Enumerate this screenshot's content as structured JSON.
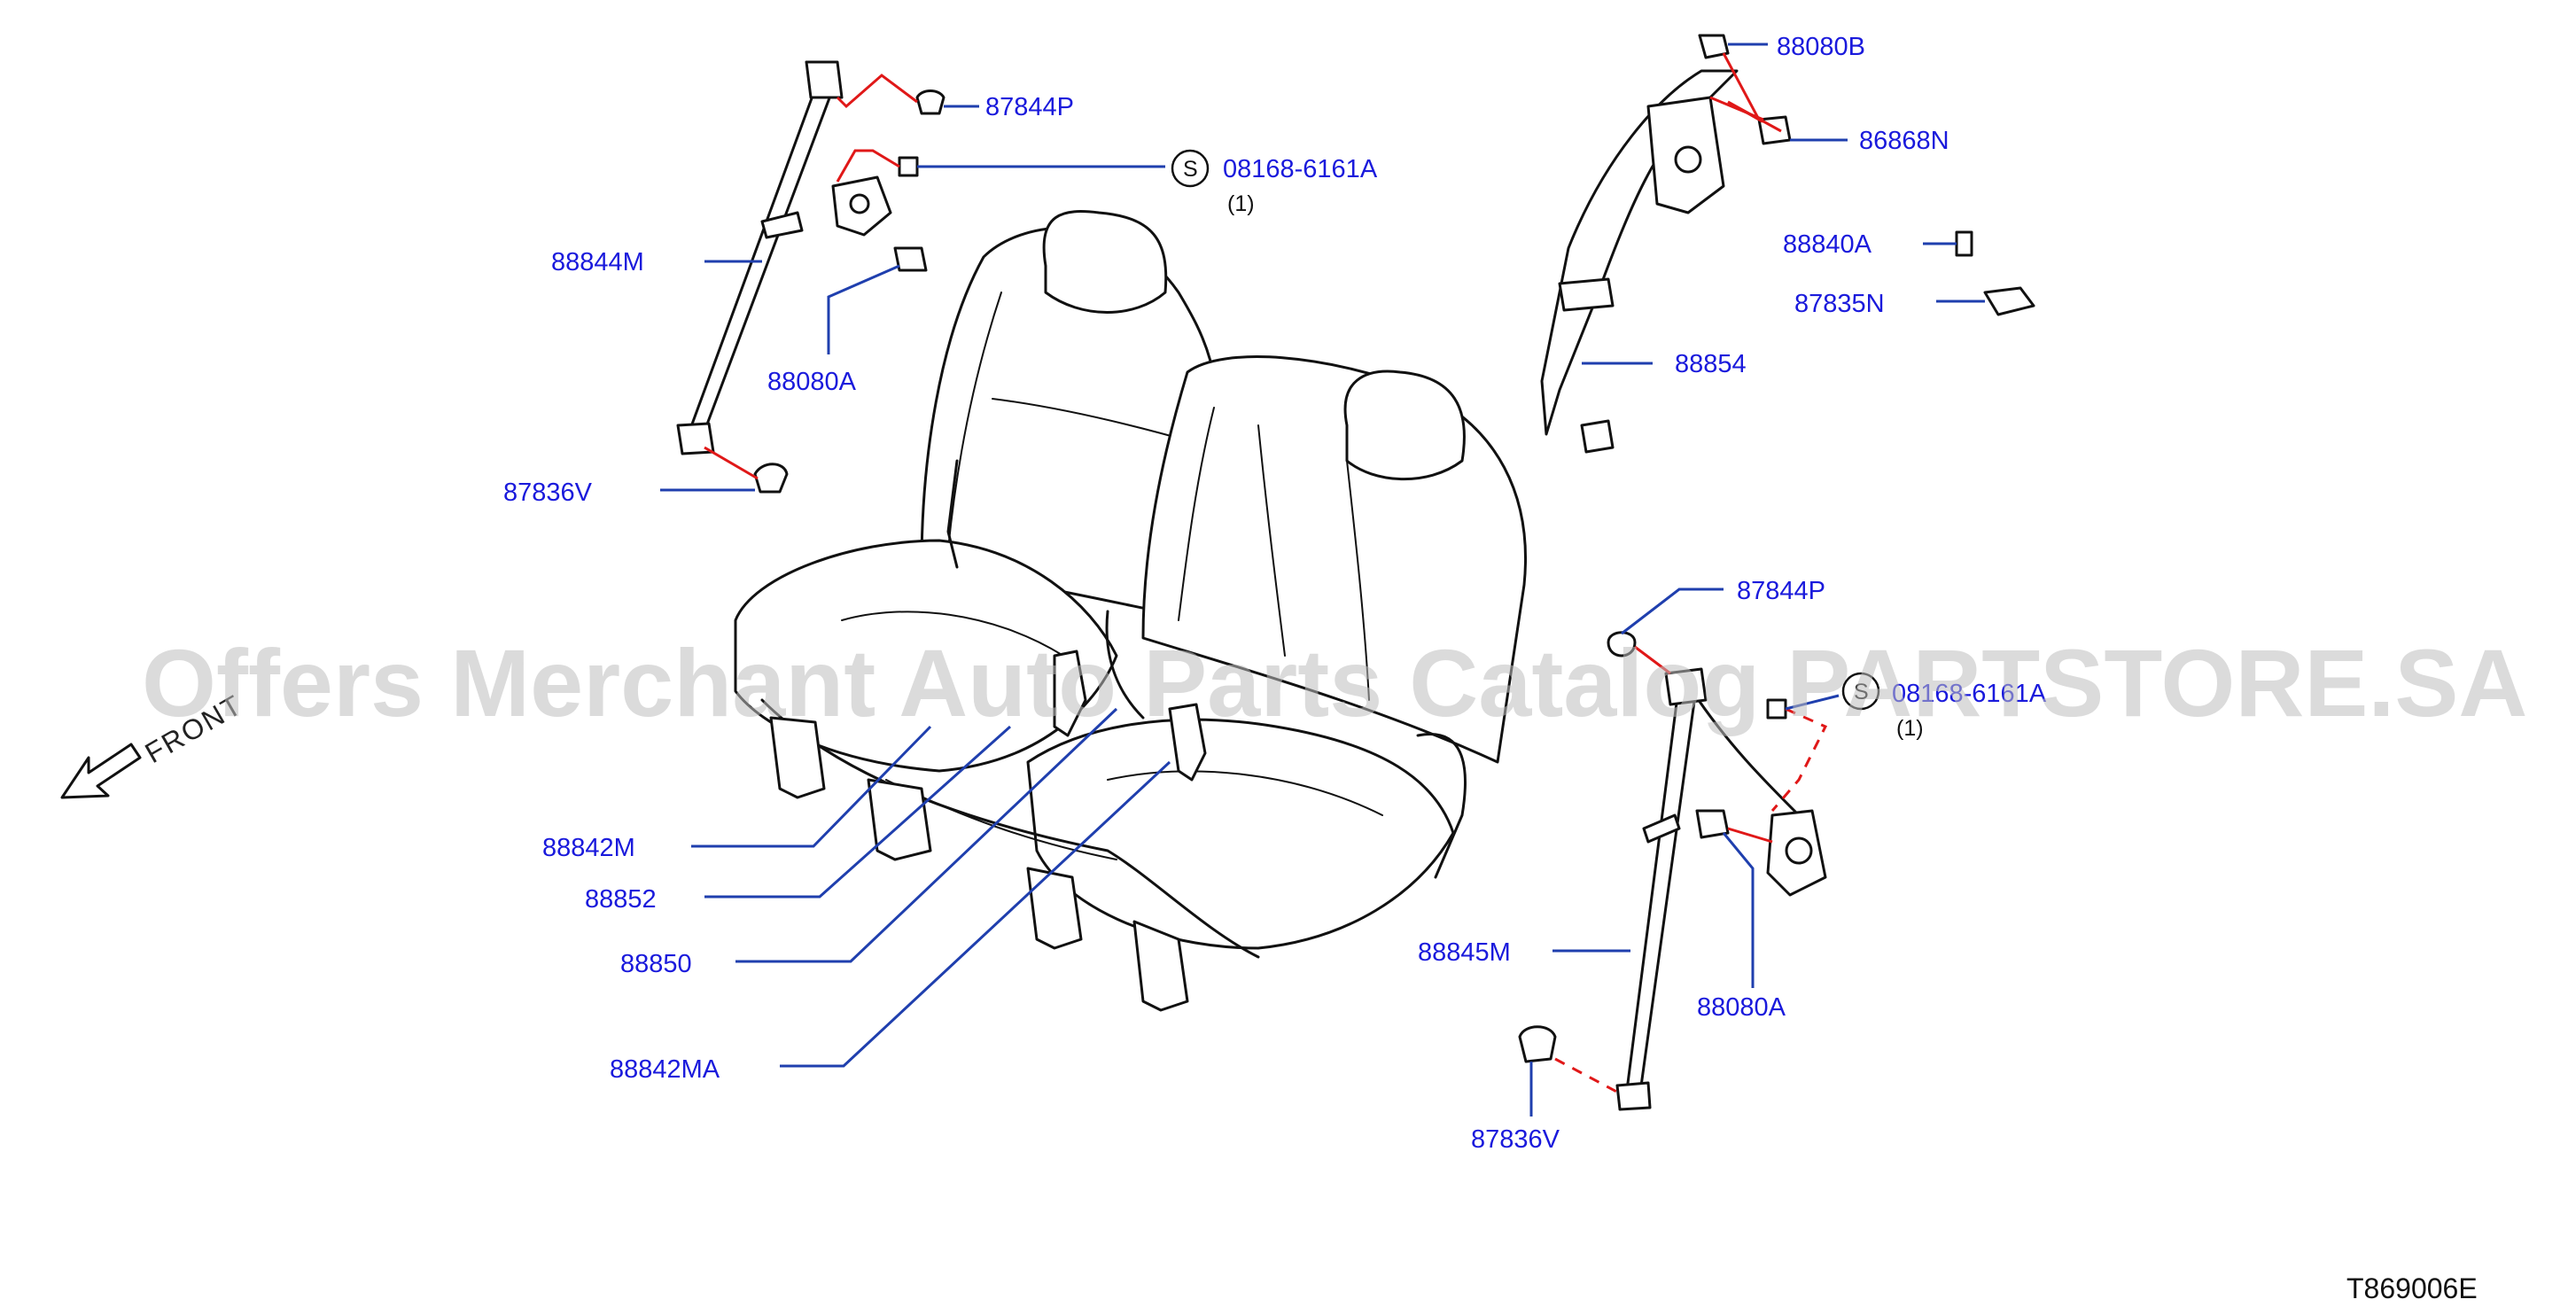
{
  "callouts": [
    {
      "id": "88844M",
      "label": "88844M"
    },
    {
      "id": "87844P-left",
      "label": "87844P"
    },
    {
      "id": "08168-6161A-left",
      "label": "08168-6161A",
      "mark": "S",
      "qty": "(1)"
    },
    {
      "id": "88080A-left",
      "label": "88080A"
    },
    {
      "id": "87836V-left",
      "label": "87836V"
    },
    {
      "id": "88080B",
      "label": "88080B"
    },
    {
      "id": "86868N",
      "label": "86868N"
    },
    {
      "id": "88840A",
      "label": "88840A"
    },
    {
      "id": "87835N",
      "label": "87835N"
    },
    {
      "id": "88854",
      "label": "88854"
    },
    {
      "id": "87844P-right",
      "label": "87844P"
    },
    {
      "id": "08168-6161A-right",
      "label": "08168-6161A",
      "mark": "S",
      "qty": "(1)"
    },
    {
      "id": "88842M",
      "label": "88842M"
    },
    {
      "id": "88852",
      "label": "88852"
    },
    {
      "id": "88850",
      "label": "88850"
    },
    {
      "id": "88842MA",
      "label": "88842MA"
    },
    {
      "id": "88845M",
      "label": "88845M"
    },
    {
      "id": "88080A-right",
      "label": "88080A"
    },
    {
      "id": "87836V-right",
      "label": "87836V"
    }
  ],
  "front_label": "FRONT",
  "diagram_code": "T869006E",
  "watermark": "Offers Merchant Auto Parts Catalog PARTSTORE.SA",
  "colors": {
    "label": "#1a1adc",
    "leader": "#1f3fae",
    "connector": "#e01818",
    "ink": "#111111"
  }
}
